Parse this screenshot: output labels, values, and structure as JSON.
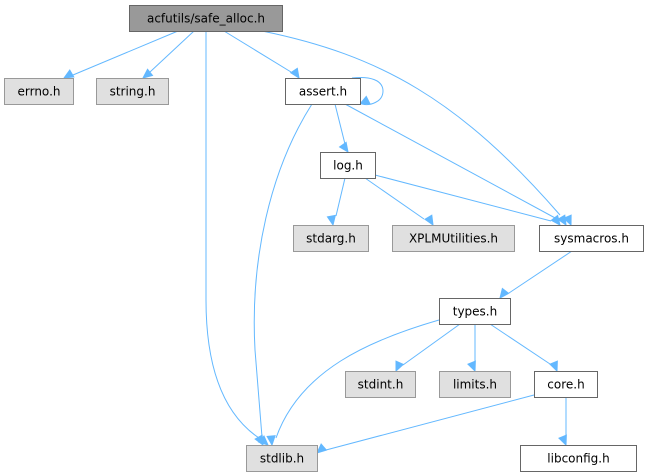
{
  "diagram": {
    "title": "acfutils/safe_alloc.h include dependency graph",
    "colors": {
      "root_fill": "#999999",
      "root_stroke": "#666666",
      "doc_fill": "#ffffff",
      "doc_stroke": "#666666",
      "external_fill": "#e0e0e0",
      "external_stroke": "#999999",
      "edge": "#63b8ff"
    },
    "nodes": [
      {
        "id": "safe_alloc",
        "label": "acfutils/safe_alloc.h",
        "kind": "root"
      },
      {
        "id": "errno",
        "label": "errno.h",
        "kind": "external"
      },
      {
        "id": "string",
        "label": "string.h",
        "kind": "external"
      },
      {
        "id": "assert",
        "label": "assert.h",
        "kind": "doc"
      },
      {
        "id": "log",
        "label": "log.h",
        "kind": "doc"
      },
      {
        "id": "stdarg",
        "label": "stdarg.h",
        "kind": "external"
      },
      {
        "id": "xplm",
        "label": "XPLMUtilities.h",
        "kind": "external"
      },
      {
        "id": "sysmacros",
        "label": "sysmacros.h",
        "kind": "doc"
      },
      {
        "id": "types",
        "label": "types.h",
        "kind": "doc"
      },
      {
        "id": "stdint",
        "label": "stdint.h",
        "kind": "external"
      },
      {
        "id": "limits",
        "label": "limits.h",
        "kind": "external"
      },
      {
        "id": "core",
        "label": "core.h",
        "kind": "doc"
      },
      {
        "id": "stdlib",
        "label": "stdlib.h",
        "kind": "external"
      },
      {
        "id": "libconfig",
        "label": "libconfig.h",
        "kind": "doc"
      }
    ],
    "edges": [
      {
        "from": "safe_alloc",
        "to": "errno"
      },
      {
        "from": "safe_alloc",
        "to": "string"
      },
      {
        "from": "safe_alloc",
        "to": "stdlib"
      },
      {
        "from": "safe_alloc",
        "to": "assert"
      },
      {
        "from": "safe_alloc",
        "to": "sysmacros"
      },
      {
        "from": "assert",
        "to": "assert"
      },
      {
        "from": "assert",
        "to": "stdlib"
      },
      {
        "from": "assert",
        "to": "log"
      },
      {
        "from": "assert",
        "to": "sysmacros"
      },
      {
        "from": "log",
        "to": "stdarg"
      },
      {
        "from": "log",
        "to": "xplm"
      },
      {
        "from": "log",
        "to": "sysmacros"
      },
      {
        "from": "sysmacros",
        "to": "types"
      },
      {
        "from": "types",
        "to": "stdlib"
      },
      {
        "from": "types",
        "to": "stdint"
      },
      {
        "from": "types",
        "to": "limits"
      },
      {
        "from": "types",
        "to": "core"
      },
      {
        "from": "core",
        "to": "stdlib"
      },
      {
        "from": "core",
        "to": "libconfig"
      }
    ]
  }
}
